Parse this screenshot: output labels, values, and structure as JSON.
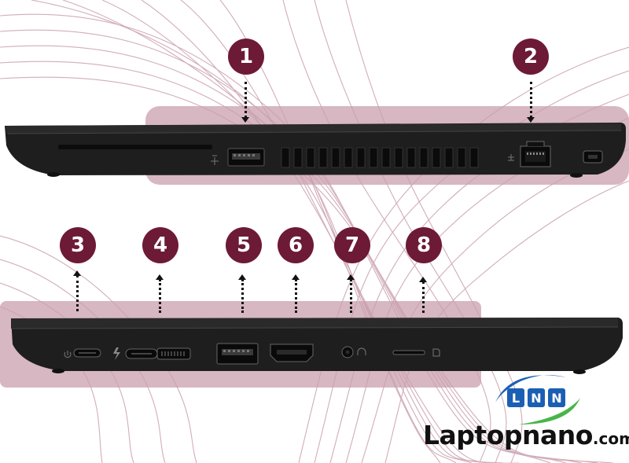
{
  "colors": {
    "badge": "#6d1a36",
    "band": "#c99fae",
    "laptop": "#202020",
    "brand_text": "#111111",
    "logo_blue": "#1b5fb4",
    "logo_green": "#49b548"
  },
  "callouts": [
    {
      "number": "1"
    },
    {
      "number": "2"
    },
    {
      "number": "3"
    },
    {
      "number": "4"
    },
    {
      "number": "5"
    },
    {
      "number": "6"
    },
    {
      "number": "7"
    },
    {
      "number": "8"
    }
  ],
  "brand": {
    "logo_letters": "LNN",
    "name": "Laptopnano",
    "suffix": ".com"
  }
}
